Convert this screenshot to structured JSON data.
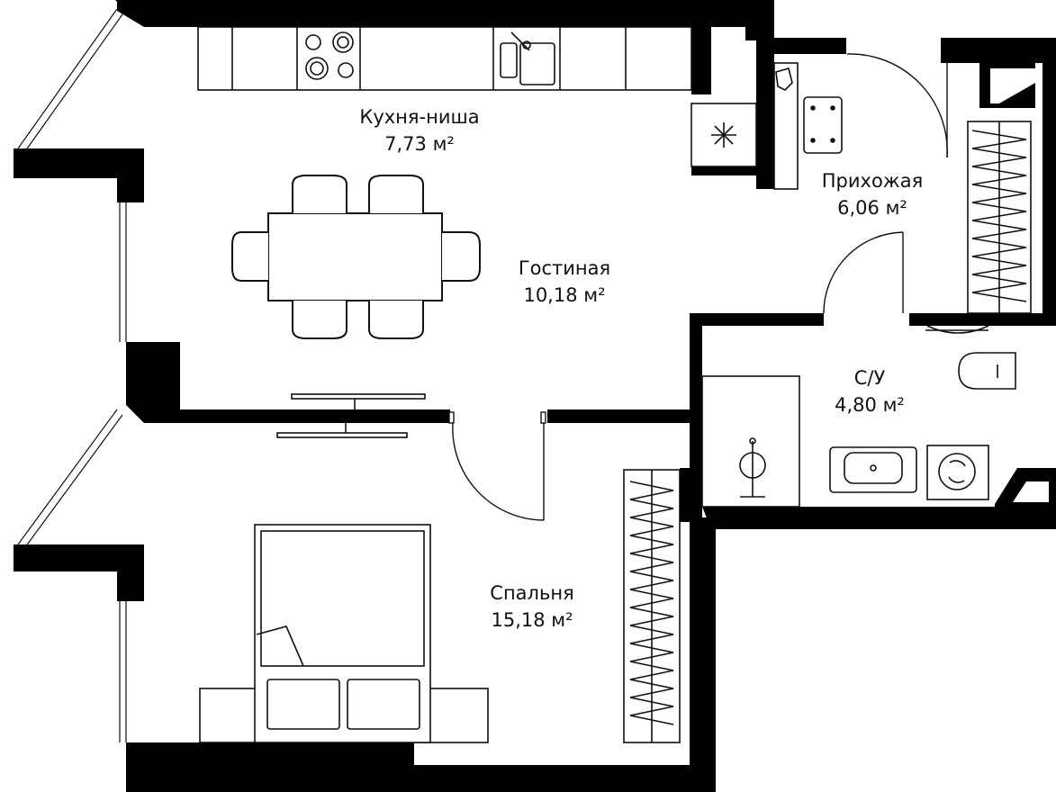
{
  "rooms": [
    {
      "name": "Кухня-ниша",
      "area": "7,73 м²"
    },
    {
      "name": "Гостиная",
      "area": "10,18 м²"
    },
    {
      "name": "Прихожая",
      "area": "6,06 м²"
    },
    {
      "name": "С/У",
      "area": "4,80 м²"
    },
    {
      "name": "Спальня",
      "area": "15,18 м²"
    }
  ],
  "colors": {
    "wall": "#000000",
    "line": "#111111",
    "background": "#ffffff"
  }
}
